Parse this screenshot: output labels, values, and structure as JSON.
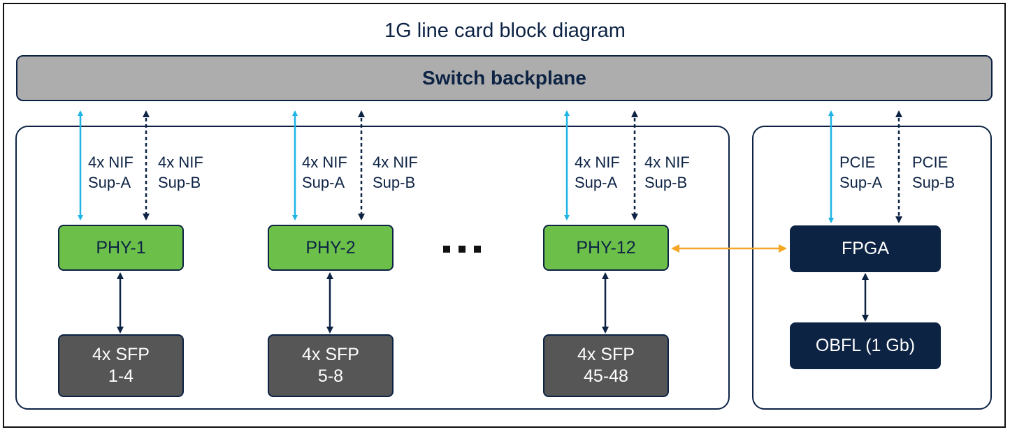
{
  "title": "1G line card block diagram",
  "backplane": {
    "label": "Switch backplane"
  },
  "phy_blocks": [
    {
      "label": "PHY-1",
      "link_a": [
        "4x NIF",
        "Sup-A"
      ],
      "link_b": [
        "4x NIF",
        "Sup-B"
      ],
      "sfp": [
        "4x SFP",
        "1-4"
      ]
    },
    {
      "label": "PHY-2",
      "link_a": [
        "4x NIF",
        "Sup-A"
      ],
      "link_b": [
        "4x NIF",
        "Sup-B"
      ],
      "sfp": [
        "4x SFP",
        "5-8"
      ]
    },
    {
      "label": "PHY-12",
      "link_a": [
        "4x NIF",
        "Sup-A"
      ],
      "link_b": [
        "4x NIF",
        "Sup-B"
      ],
      "sfp": [
        "4x SFP",
        "45-48"
      ]
    }
  ],
  "control_block": {
    "fpga": "FPGA",
    "obfl": "OBFL (1 Gb)",
    "link_a": [
      "PCIE",
      "Sup-A"
    ],
    "link_b": [
      "PCIE",
      "Sup-B"
    ]
  },
  "colors": {
    "navy": "#0d2344",
    "phy_green": "#6cc04a",
    "sfp_gray": "#565656",
    "backplane_gray": "#adadad",
    "sup_a_link": "#1eb4e6",
    "sup_b_link": "#0d2344",
    "fpga_link": "#f5a623"
  }
}
